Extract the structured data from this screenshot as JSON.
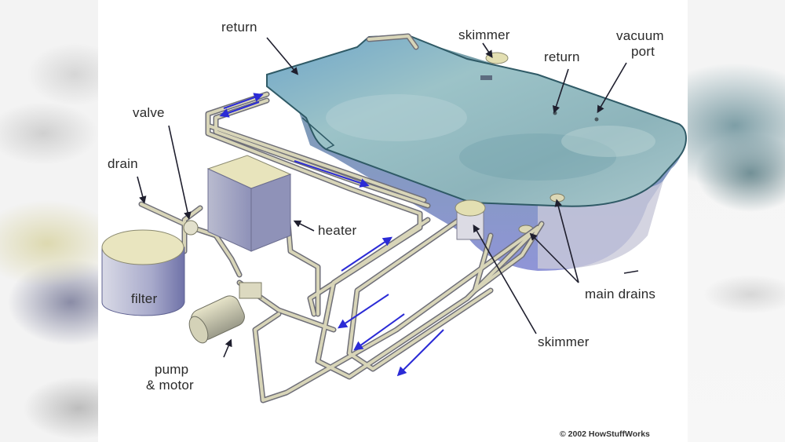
{
  "diagram": {
    "subject": "Swimming pool plumbing system",
    "labels": {
      "return_top_left": "return",
      "skimmer_top": "skimmer",
      "return_top_right": "return",
      "vacuum_port_line1": "vacuum",
      "vacuum_port_line2": "port",
      "valve": "valve",
      "drain": "drain",
      "heater": "heater",
      "filter": "filter",
      "pump_line1": "pump",
      "pump_line2": "& motor",
      "main_drains": "main drains",
      "skimmer_bottom": "skimmer"
    },
    "copyright": "© 2002 HowStuffWorks",
    "colors": {
      "water": "#8fb9c2",
      "water_dark": "#5f8f9c",
      "pool_shell": "#7d83c9",
      "pipe": "#c9c6a8",
      "pipe_shadow": "#6f6f78",
      "flow_arrow": "#2b2bd6",
      "equipment_top": "#e8e4bc",
      "equipment_side": "#a6a8c8",
      "label_text": "#2a2a2a",
      "leader_line": "#1f1f2e"
    },
    "flow_arrows_count": 7
  }
}
